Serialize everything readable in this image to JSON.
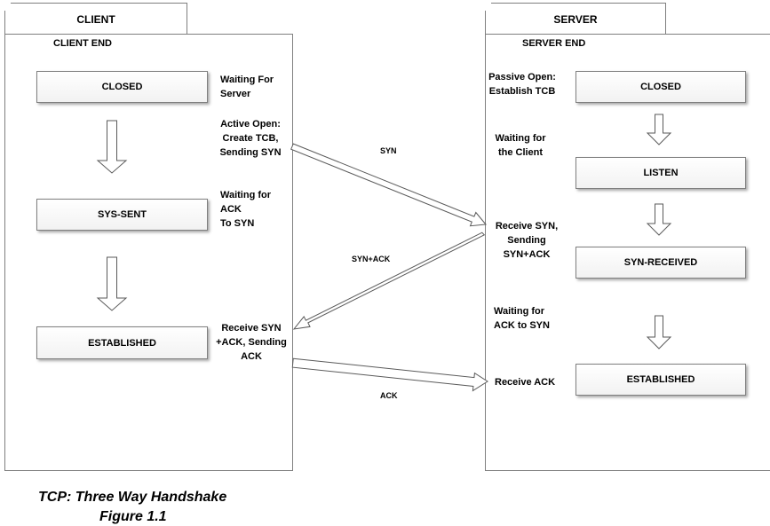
{
  "client": {
    "tab": "CLIENT",
    "heading": "CLIENT END",
    "states": [
      "CLOSED",
      "SYS-SENT",
      "ESTABLISHED"
    ],
    "notes": {
      "waiting_server": [
        "Waiting For",
        "Server"
      ],
      "active_open": [
        "Active Open:",
        "Create TCB,",
        "Sending SYN"
      ],
      "waiting_ack": [
        "Waiting for",
        "ACK",
        "To SYN"
      ],
      "receive_synack": [
        "Receive SYN",
        "+ACK, Sending",
        "ACK"
      ]
    }
  },
  "server": {
    "tab": "SERVER",
    "heading": "SERVER END",
    "states": [
      "CLOSED",
      "LISTEN",
      "SYN-RECEIVED",
      "ESTABLISHED"
    ],
    "notes": {
      "passive_open": [
        "Passive Open:",
        "Establish TCB"
      ],
      "waiting_client": [
        "Waiting for",
        "the Client"
      ],
      "receive_syn": [
        "Receive SYN,",
        "Sending",
        "SYN+ACK"
      ],
      "waiting_ack": [
        "Waiting for",
        "ACK to SYN"
      ],
      "receive_ack": [
        "Receive ACK"
      ]
    }
  },
  "messages": [
    "SYN",
    "SYN+ACK",
    "ACK"
  ],
  "caption": [
    "TCP: Three Way Handshake",
    "Figure 1.1"
  ]
}
